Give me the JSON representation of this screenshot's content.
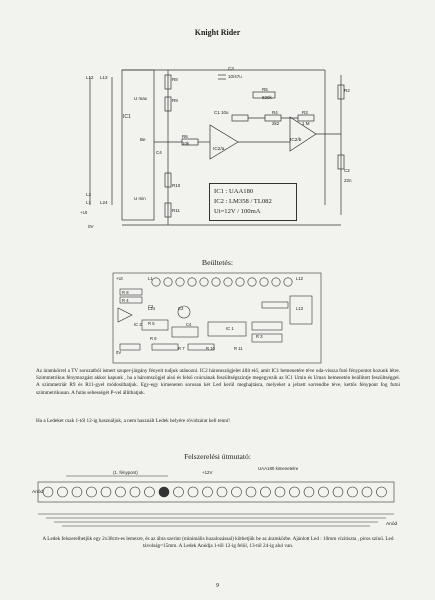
{
  "title": "Knight Rider",
  "schematic": {
    "ic_labels": [
      "IC1",
      "IC2/a",
      "IC2/b"
    ],
    "pin_labels": [
      "U max",
      "U min",
      "Be",
      "+Ut",
      "0V"
    ],
    "component_labels": [
      "C3",
      "10/47u",
      "R5",
      "820k",
      "C1 10u",
      "R6",
      "10k",
      "R4",
      "2k2",
      "R3",
      "1 M",
      "R2",
      "C2",
      "22n",
      "C4",
      "R8",
      "R9",
      "R10",
      "R11",
      "L1",
      "L12",
      "L13",
      "L24",
      "L2"
    ],
    "spec_lines": [
      "IC1 : UAA180",
      "IC2 : LM358 / TL082",
      "Ut=12V / 100mA"
    ]
  },
  "layout_heading": "Beültetés:",
  "pcb_labels": [
    "+Ut",
    "R 8",
    "R 4",
    "C2",
    "R 5",
    "C3",
    "C4",
    "IC 2",
    "IC 1",
    "R 3",
    "R 6",
    "R 7",
    "R 10",
    "R 11",
    "0V",
    "L1",
    "L12",
    "L13",
    "L24"
  ],
  "description": "Az áramkörrel a TV sorozatból ismert szuper-járgány fényeit tudjuk utánozni. IC2 háromszögjelet állít elő, amit IC1 bemenetére téve oda-vissza futó fénypontot hozunk létre. Szimmetrikus fénymozgást akkor kapunk , ha a háromszögjel alsó és felső csúcsának feszültségszintje megegyezik az IC1 Umin és Umax bemenetén beállított feszültséggel. A szimmetriát R9 és R11-gyel módosíthatjuk. Egy-egy kimeneten sorosan két Led kerül meghajtásra, melyeket a jelzett sorrendbe téve, kettős fénypont fog futni szimmetrikusan. A futás sebességét P-vel állíthatjuk.",
  "description2": "Ha a Ledeket csak 1-től 12-ig használjuk, a nem használt Ledek helyére rövidzárat kell tenni!",
  "assembly_heading": "Felszerelési útmutató:",
  "assembly": {
    "dot_label": "(1. fénypont)",
    "voltage_label": "+12V",
    "ic_label": "UAA180 kimenetelre",
    "anode_left": "Anód",
    "anode_right": "Anód"
  },
  "note": "A Ledek felszerelhetjük egy 2x38cm-es lemezre, és az ábra szerint (minimális huzalozással) köthetjük be az áramkörbe. Ajánlott Led : 10mm vízitiszta , piros színű.  Led távolság=15mm. A Ledek Anódja 1-től 12-ig felül, 13-tól 24-ig alul van.",
  "page_number": "9"
}
